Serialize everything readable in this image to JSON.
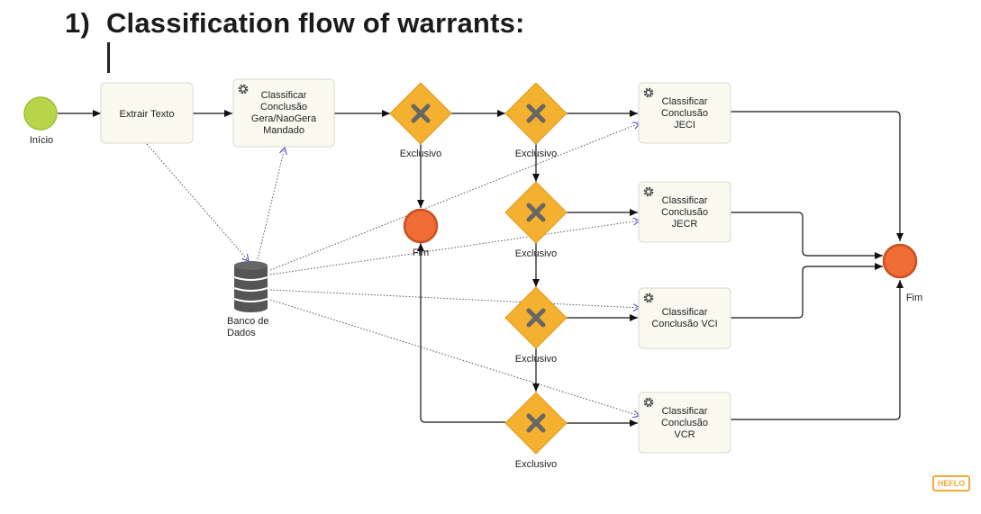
{
  "title": {
    "number": "1)",
    "text": "Classification flow of warrants:"
  },
  "colors": {
    "start": "#b7d54a",
    "end": "#f06c37",
    "gateway": "#f4b02f",
    "task_fill": "#fbfaf1",
    "task_border": "#d9d9cf"
  },
  "start_event": {
    "label": "Início"
  },
  "database": {
    "label_line1": "Banco de",
    "label_line2": "Dados"
  },
  "tasks": {
    "extrair": {
      "line1": "Extrair Texto"
    },
    "gera": {
      "line1": "Classificar",
      "line2": "Conclusão",
      "line3": "Gera/NaoGera",
      "line4": "Mandado"
    },
    "jeci": {
      "line1": "Classificar",
      "line2": "Conclusão",
      "line3": "JECI"
    },
    "jecr": {
      "line1": "Classificar",
      "line2": "Conclusão",
      "line3": "JECR"
    },
    "vci": {
      "line1": "Classificar",
      "line2": "Conclusão VCI"
    },
    "vcr": {
      "line1": "Classificar",
      "line2": "Conclusão",
      "line3": "VCR"
    }
  },
  "gateways": {
    "g1": "Exclusivo",
    "g2": "Exclusivo",
    "g3": "Exclusivo",
    "g4": "Exclusivo",
    "g5": "Exclusivo"
  },
  "end_events": {
    "fim1": "Fim",
    "fim2": "Fim"
  },
  "icons": {
    "task": "gear-icon",
    "gateway": "x-icon",
    "database": "database-icon"
  },
  "logo": "HEFLO"
}
